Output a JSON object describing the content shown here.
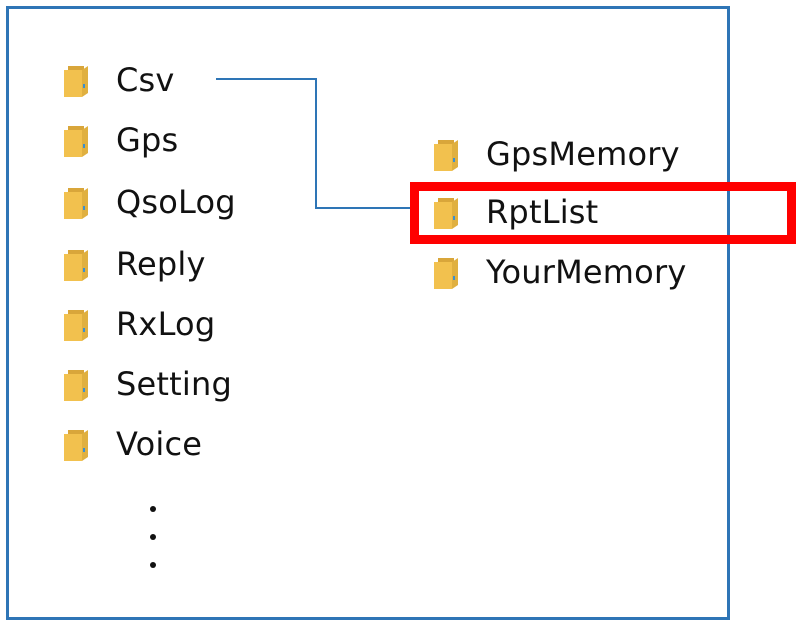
{
  "left_folders": [
    {
      "label": "Csv"
    },
    {
      "label": "Gps"
    },
    {
      "label": "QsoLog"
    },
    {
      "label": "Reply"
    },
    {
      "label": "RxLog"
    },
    {
      "label": "Setting"
    },
    {
      "label": "Voice"
    }
  ],
  "right_folders": [
    {
      "label": "GpsMemory"
    },
    {
      "label": "RptList"
    },
    {
      "label": "YourMemory"
    }
  ],
  "highlighted_folder": "RptList",
  "colors": {
    "frame": "#2e75b6",
    "highlight": "#ff0000",
    "connector": "#2e75b6",
    "folder_body": "#f2c14e",
    "folder_back": "#d9a63a"
  },
  "icon": "folder-icon"
}
